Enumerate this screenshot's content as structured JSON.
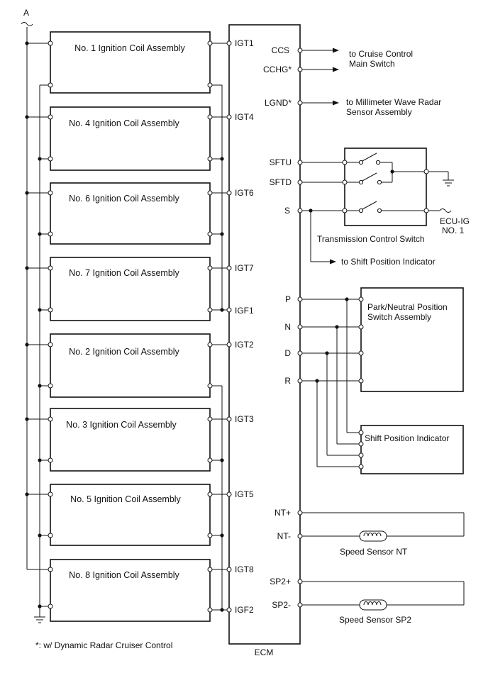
{
  "diagram": {
    "supply_label": "A",
    "ecm_label": "ECM",
    "footnote": "*: w/ Dynamic Radar Cruiser Control",
    "coils": [
      {
        "name": "No. 1 Ignition Coil Assembly",
        "pin": "IGT1"
      },
      {
        "name": "No. 4 Ignition Coil Assembly",
        "pin": "IGT4"
      },
      {
        "name": "No. 6 Ignition Coil Assembly",
        "pin": "IGT6"
      },
      {
        "name": "No. 7 Ignition Coil Assembly",
        "pin": "IGT7"
      },
      {
        "name": "No. 2 Ignition Coil Assembly",
        "pin": "IGT2"
      },
      {
        "name": "No. 3 Ignition Coil Assembly",
        "pin": "IGT3"
      },
      {
        "name": "No. 5 Ignition Coil Assembly",
        "pin": "IGT5"
      },
      {
        "name": "No. 8 Ignition Coil Assembly",
        "pin": "IGT8"
      }
    ],
    "igf_pins": [
      "IGF1",
      "IGF2"
    ],
    "right_pins": {
      "ccs": "CCS",
      "cchg": "CCHG*",
      "lgnd": "LGND*",
      "sftu": "SFTU",
      "sftd": "SFTD",
      "s": "S",
      "p": "P",
      "n": "N",
      "d": "D",
      "r": "R",
      "nt_plus": "NT+",
      "nt_minus": "NT-",
      "sp2_plus": "SP2+",
      "sp2_minus": "SP2-"
    },
    "destinations": {
      "cruise_line1": "to Cruise Control",
      "cruise_line2": "Main Switch",
      "radar_line1": "to Millimeter Wave Radar",
      "radar_line2": "Sensor Assembly",
      "shift_indicator": "to Shift Position Indicator"
    },
    "components": {
      "transmission_switch": "Transmission Control Switch",
      "ecu_ig_line1": "ECU-IG",
      "ecu_ig_line2": "NO. 1",
      "pn_switch_line1": "Park/Neutral Position",
      "pn_switch_line2": "Switch Assembly",
      "shift_position_indicator": "Shift Position Indicator",
      "speed_sensor_nt": "Speed Sensor NT",
      "speed_sensor_sp2": "Speed Sensor SP2"
    }
  }
}
